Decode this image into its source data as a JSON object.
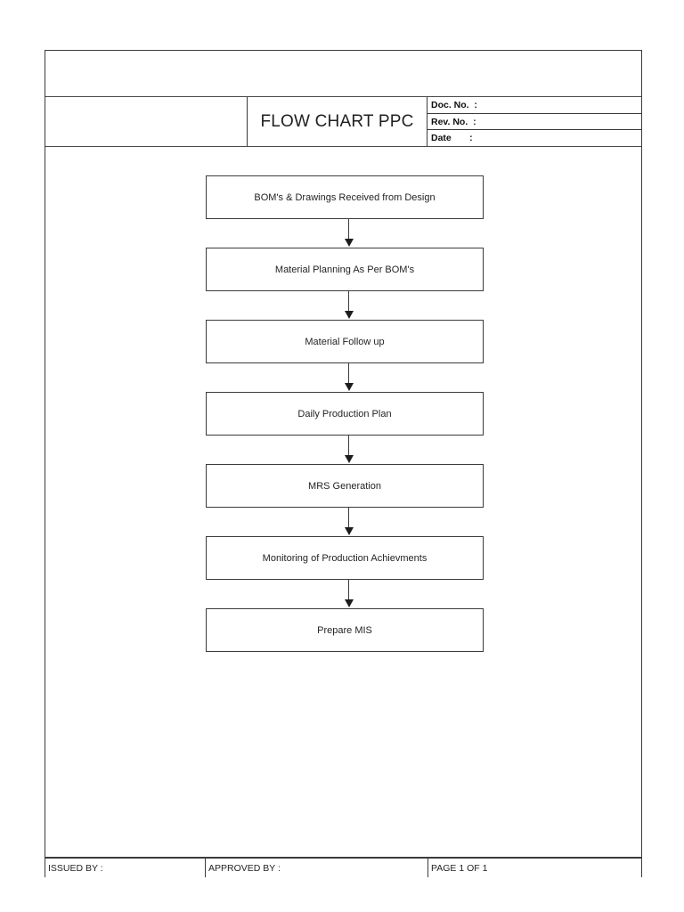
{
  "document": {
    "title": "FLOW CHART PPC",
    "organization_cell": "",
    "meta_fields": [
      {
        "label": "Doc. No.  :"
      },
      {
        "label": "Rev. No.  :"
      },
      {
        "label": "Date       :"
      }
    ]
  },
  "chart_data": {
    "type": "diagram",
    "title": "FLOW CHART PPC",
    "orientation": "top-to-bottom",
    "node_shape": "rectangle",
    "nodes": [
      {
        "id": 1,
        "label": "BOM's & Drawings Received from Design"
      },
      {
        "id": 2,
        "label": "Material Planning As Per BOM's"
      },
      {
        "id": 3,
        "label": "Material Follow up"
      },
      {
        "id": 4,
        "label": "Daily Production Plan"
      },
      {
        "id": 5,
        "label": "MRS Generation"
      },
      {
        "id": 6,
        "label": "Monitoring of Production Achievments"
      },
      {
        "id": 7,
        "label": "Prepare MIS"
      }
    ],
    "edges": [
      {
        "from": 1,
        "to": 2,
        "style": "arrow"
      },
      {
        "from": 2,
        "to": 3,
        "style": "arrow"
      },
      {
        "from": 3,
        "to": 4,
        "style": "arrow"
      },
      {
        "from": 4,
        "to": 5,
        "style": "arrow"
      },
      {
        "from": 5,
        "to": 6,
        "style": "arrow"
      },
      {
        "from": 6,
        "to": 7,
        "style": "arrow"
      }
    ]
  },
  "footer": {
    "issued_by": "ISSUED BY :",
    "approved_by": "APPROVED BY :",
    "page": "PAGE 1 OF 1"
  }
}
